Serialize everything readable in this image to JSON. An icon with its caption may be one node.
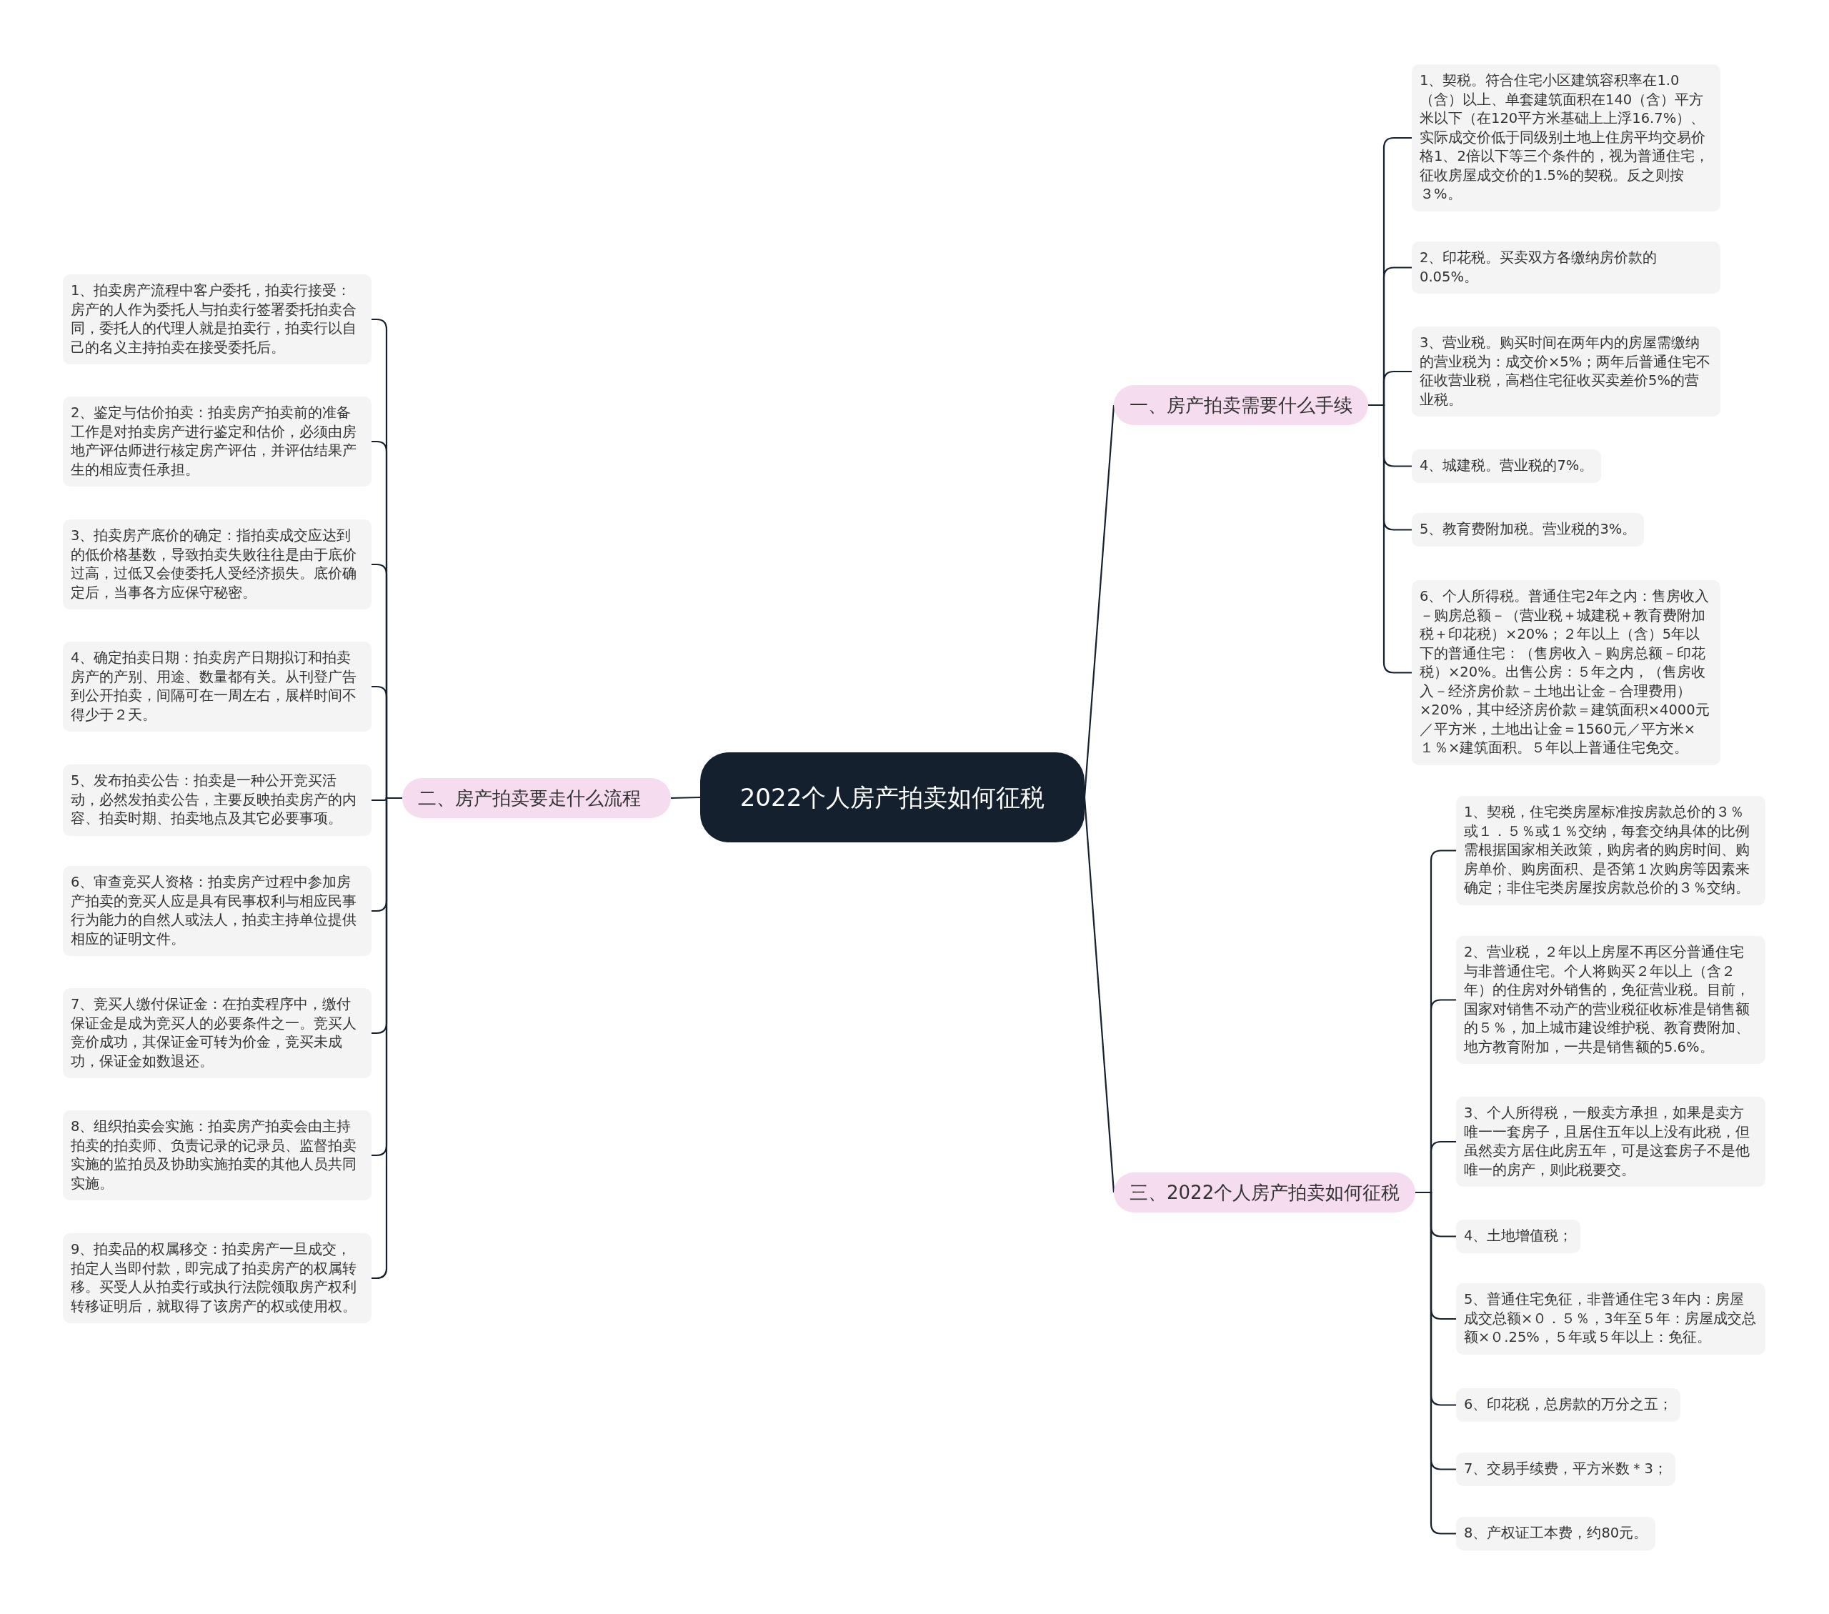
{
  "diagram": {
    "nodes": [
      {
        "text": [
          "2022个人房产拍卖如何征税"
        ]
      },
      {
        "text": [
          "一、房产拍卖需要什么手续"
        ]
      },
      {
        "text": [
          "1、契税。符合住宅小区建筑容积率在1.0（含）以上、单套建筑面积在140（含）平方米以下（在120平方米基础上上浮16.7%）、实际成交价低于同级别土地上住房平均交易价格1、2倍以下等三个条件的，视为普通住宅，征收房屋成交价的1.5%的契税。反之则按３%。"
        ]
      },
      {
        "text": [
          "2、印花税。买卖双方各缴纳房价款的0.05%。"
        ]
      },
      {
        "text": [
          "3、营业税。购买时间在两年内的房屋需缴纳的营业税为：成交价×5%；两年后普通住宅不征收营业税，高档住宅征收买卖差价5%的营业税。"
        ]
      },
      {
        "text": [
          "4、城建税。营业税的7%。"
        ]
      },
      {
        "text": [
          "5、教育费附加税。营业税的3%。"
        ]
      },
      {
        "text": [
          "6、个人所得税。普通住宅2年之内：售房收入－购房总额－（营业税＋城建税＋教育费附加税＋印花税）×20%；２年以上（含）5年以下的普通住宅：（售房收入－购房总额－印花税）×20%。出售公房：５年之内，（售房收入－经济房价款－土地出让金－合理费用）×20%，其中经济房价款＝建筑面积×4000元／平方米，土地出让金＝1560元／平方米×１％×建筑面积。５年以上普通住宅免交。"
        ]
      },
      {
        "text": [
          "二、房产拍卖要走什么流程"
        ]
      },
      {
        "text": [
          "1、拍卖房产流程中客户委托，拍卖行接受：房产的人作为委托人与拍卖行签署委托拍卖合同，委托人的代理人就是拍卖行，拍卖行以自己的名义主持拍卖在接受委托后。"
        ]
      },
      {
        "text": [
          "2、鉴定与估价拍卖：拍卖房产拍卖前的准备工作是对拍卖房产进行鉴定和估价，必须由房地产评估师进行核定房产评估，并评估结果产生的相应责任承担。"
        ]
      },
      {
        "text": [
          "3、拍卖房产底价的确定：指拍卖成交应达到的低价格基数，导致拍卖失败往往是由于底价过高，过低又会使委托人受经济损失。底价确定后，当事各方应保守秘密。"
        ]
      },
      {
        "text": [
          "4、确定拍卖日期：拍卖房产日期拟订和拍卖房产的产别、用途、数量都有关。从刊登广告到公开拍卖，间隔可在一周左右，展样时间不得少于２天。"
        ]
      },
      {
        "text": [
          "5、发布拍卖公告：拍卖是一种公开竞买活动，必然发拍卖公告，主要反映拍卖房产的内容、拍卖时期、拍卖地点及其它必要事项。"
        ]
      },
      {
        "text": [
          "6、审查竞买人资格：拍卖房产过程中参加房产拍卖的竞买人应是具有民事权利与相应民事行为能力的自然人或法人，拍卖主持单位提供相应的证明文件。"
        ]
      },
      {
        "text": [
          "7、竞买人缴付保证金：在拍卖程序中，缴付保证金是成为竞买人的必要条件之一。竞买人竞价成功，其保证金可转为价金，竞买未成功，保证金如数退还。"
        ]
      },
      {
        "text": [
          "8、组织拍卖会实施：拍卖房产拍卖会由主持拍卖的拍卖师、负责记录的记录员、监督拍卖实施的监拍员及协助实施拍卖的其他人员共同实施。"
        ]
      },
      {
        "text": [
          "9、拍卖品的权属移交：拍卖房产一旦成交，拍定人当即付款，即完成了拍卖房产的权属转移。买受人从拍卖行或执行法院领取房产权利转移证明后，就取得了该房产的权或使用权。"
        ]
      },
      {
        "text": [
          "三、2022个人房产拍卖如何征税"
        ]
      },
      {
        "text": [
          "1、契税，住宅类房屋标准按房款总价的３％或１．５％或１％交纳，每套交纳具体的比例需根据国家相关政策，购房者的购房时间、购房单价、购房面积、是否第１次购房等因素来确定；非住宅类房屋按房款总价的３％交纳。"
        ]
      },
      {
        "text": [
          "2、营业税，２年以上房屋不再区分普通住宅与非普通住宅。个人将购买２年以上（含２年）的住房对外销售的，免征营业税。目前，国家对销售不动产的营业税征收标准是销售额的５％，加上城市建设维护税、教育费附加、地方教育附加，一共是销售额的5.6%。"
        ]
      },
      {
        "text": [
          "3、个人所得税，一般卖方承担，如果是卖方唯一一套房子，且居住五年以上没有此税，但虽然卖方居住此房五年，可是这套房子不是他唯一的房产，则此税要交。"
        ]
      },
      {
        "text": [
          "4、土地增值税；"
        ]
      },
      {
        "text": [
          "5、普通住宅免征，非普通住宅３年内：房屋成交总额×０．５％，3年至５年：房屋成交总额×０.25%，５年或５年以上：免征。"
        ]
      },
      {
        "text": [
          "6、印花税，总房款的万分之五；"
        ]
      },
      {
        "text": [
          "7、交易手续费，平方米数＊3；"
        ]
      },
      {
        "text": [
          "8、产权证工本费，约80元。"
        ]
      }
    ],
    "edges": [
      {
        "from": 0,
        "to": 1,
        "arrow": "none"
      },
      {
        "from": 1,
        "to": 2,
        "arrow": "none"
      },
      {
        "from": 1,
        "to": 3,
        "arrow": "none"
      },
      {
        "from": 1,
        "to": 4,
        "arrow": "none"
      },
      {
        "from": 1,
        "to": 5,
        "arrow": "none"
      },
      {
        "from": 1,
        "to": 6,
        "arrow": "none"
      },
      {
        "from": 1,
        "to": 7,
        "arrow": "none"
      },
      {
        "from": 0,
        "to": 8,
        "arrow": "none"
      },
      {
        "from": 8,
        "to": 9,
        "arrow": "none"
      },
      {
        "from": 8,
        "to": 10,
        "arrow": "none"
      },
      {
        "from": 8,
        "to": 11,
        "arrow": "none"
      },
      {
        "from": 8,
        "to": 12,
        "arrow": "none"
      },
      {
        "from": 8,
        "to": 13,
        "arrow": "none"
      },
      {
        "from": 8,
        "to": 14,
        "arrow": "none"
      },
      {
        "from": 8,
        "to": 15,
        "arrow": "none"
      },
      {
        "from": 8,
        "to": 16,
        "arrow": "none"
      },
      {
        "from": 8,
        "to": 17,
        "arrow": "none"
      },
      {
        "from": 0,
        "to": 18,
        "arrow": "none"
      },
      {
        "from": 18,
        "to": 19,
        "arrow": "none"
      },
      {
        "from": 18,
        "to": 20,
        "arrow": "none"
      },
      {
        "from": 18,
        "to": 21,
        "arrow": "none"
      },
      {
        "from": 18,
        "to": 22,
        "arrow": "none"
      },
      {
        "from": 18,
        "to": 23,
        "arrow": "none"
      },
      {
        "from": 18,
        "to": 24,
        "arrow": "none"
      },
      {
        "from": 18,
        "to": 25,
        "arrow": "none"
      },
      {
        "from": 18,
        "to": 26,
        "arrow": "none"
      }
    ]
  }
}
